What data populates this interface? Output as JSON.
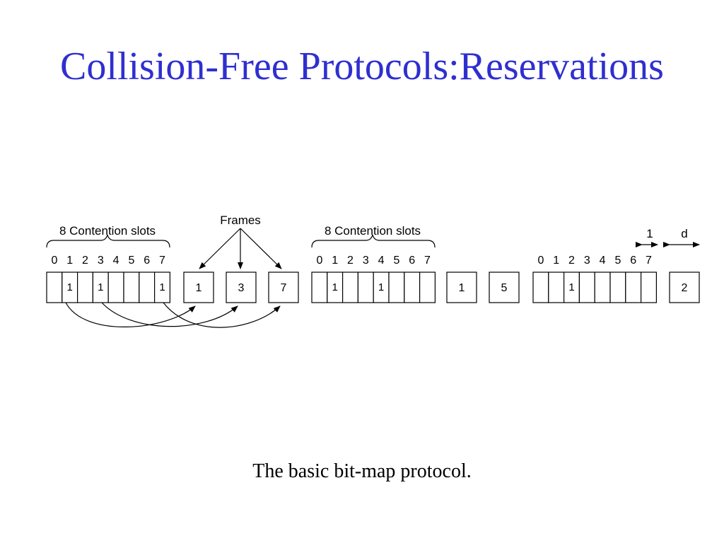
{
  "title": "Collision-Free Protocols:Reservations",
  "caption": "The basic bit-map protocol.",
  "diagram": {
    "group_label": "8 Contention slots",
    "frames_label": "Frames",
    "slot_numbers": [
      "0",
      "1",
      "2",
      "3",
      "4",
      "5",
      "6",
      "7"
    ],
    "slot_width_label": "1",
    "frame_width_label": "d",
    "periods": [
      {
        "slots": [
          "",
          "1",
          "",
          "1",
          "",
          "",
          "",
          "1"
        ],
        "frames": [
          "1",
          "3",
          "7"
        ]
      },
      {
        "slots": [
          "",
          "1",
          "",
          "",
          "1",
          "",
          "",
          ""
        ],
        "frames": [
          "1",
          "5"
        ]
      },
      {
        "slots": [
          "",
          "",
          "1",
          "",
          "",
          "",
          "",
          ""
        ],
        "frames": [
          "2"
        ]
      }
    ]
  }
}
